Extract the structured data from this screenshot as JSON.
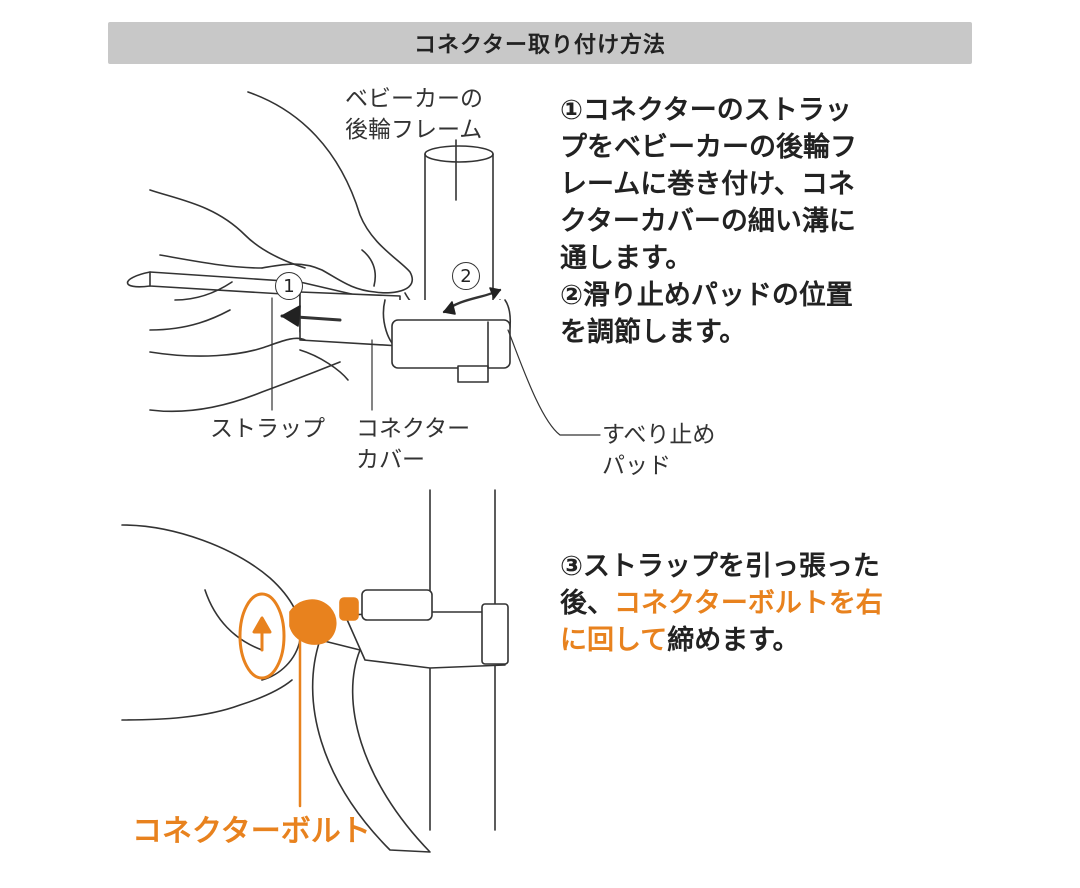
{
  "header": {
    "title": "コネクター取り付け方法"
  },
  "top_diagram": {
    "labels": {
      "frame": [
        "ベビーカーの",
        "後輪フレーム"
      ],
      "strap": "ストラップ",
      "cover": [
        "コネクター",
        "カバー"
      ],
      "pad": [
        "すべり止め",
        "パッド"
      ]
    },
    "markers": {
      "one": "1",
      "two": "2"
    }
  },
  "steps": {
    "step1": [
      "①コネクターのストラッ",
      "プをベビーカーの後輪フ",
      "レームに巻き付け、コネ",
      "クターカバーの細い溝に",
      "通します。"
    ],
    "step2": [
      "②滑り止めパッドの位置",
      "を調節します。"
    ],
    "step3": {
      "line1": "③ストラップを引っ張った",
      "line2_plain": "後、",
      "line2_orange": "コネクターボルトを右",
      "line3_orange": "に回して",
      "line3_plain": "締めます。"
    }
  },
  "bottom_diagram": {
    "bolt_label": "コネクターボルト"
  },
  "colors": {
    "accent": "#e8821e",
    "header_bg": "#c8c8c8",
    "line": "#333333"
  }
}
